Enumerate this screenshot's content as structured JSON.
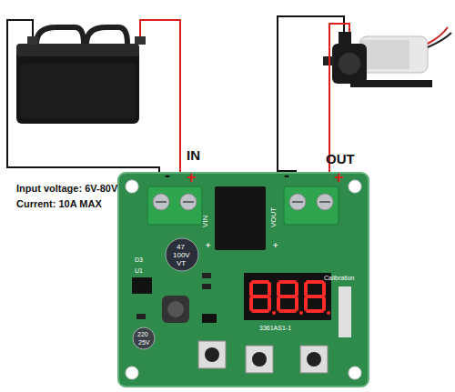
{
  "diagram": {
    "labels": [
      "IN",
      "+",
      "-",
      "OUT",
      "-",
      "+",
      "Input voltage: 6V-80V",
      "Current: 10A MAX",
      "VIN",
      "+",
      "VOUT",
      "+",
      "Calibration",
      "47",
      "100V",
      "VT",
      "220",
      "25V",
      "3361AS1-1",
      "D3",
      "U1"
    ]
  }
}
